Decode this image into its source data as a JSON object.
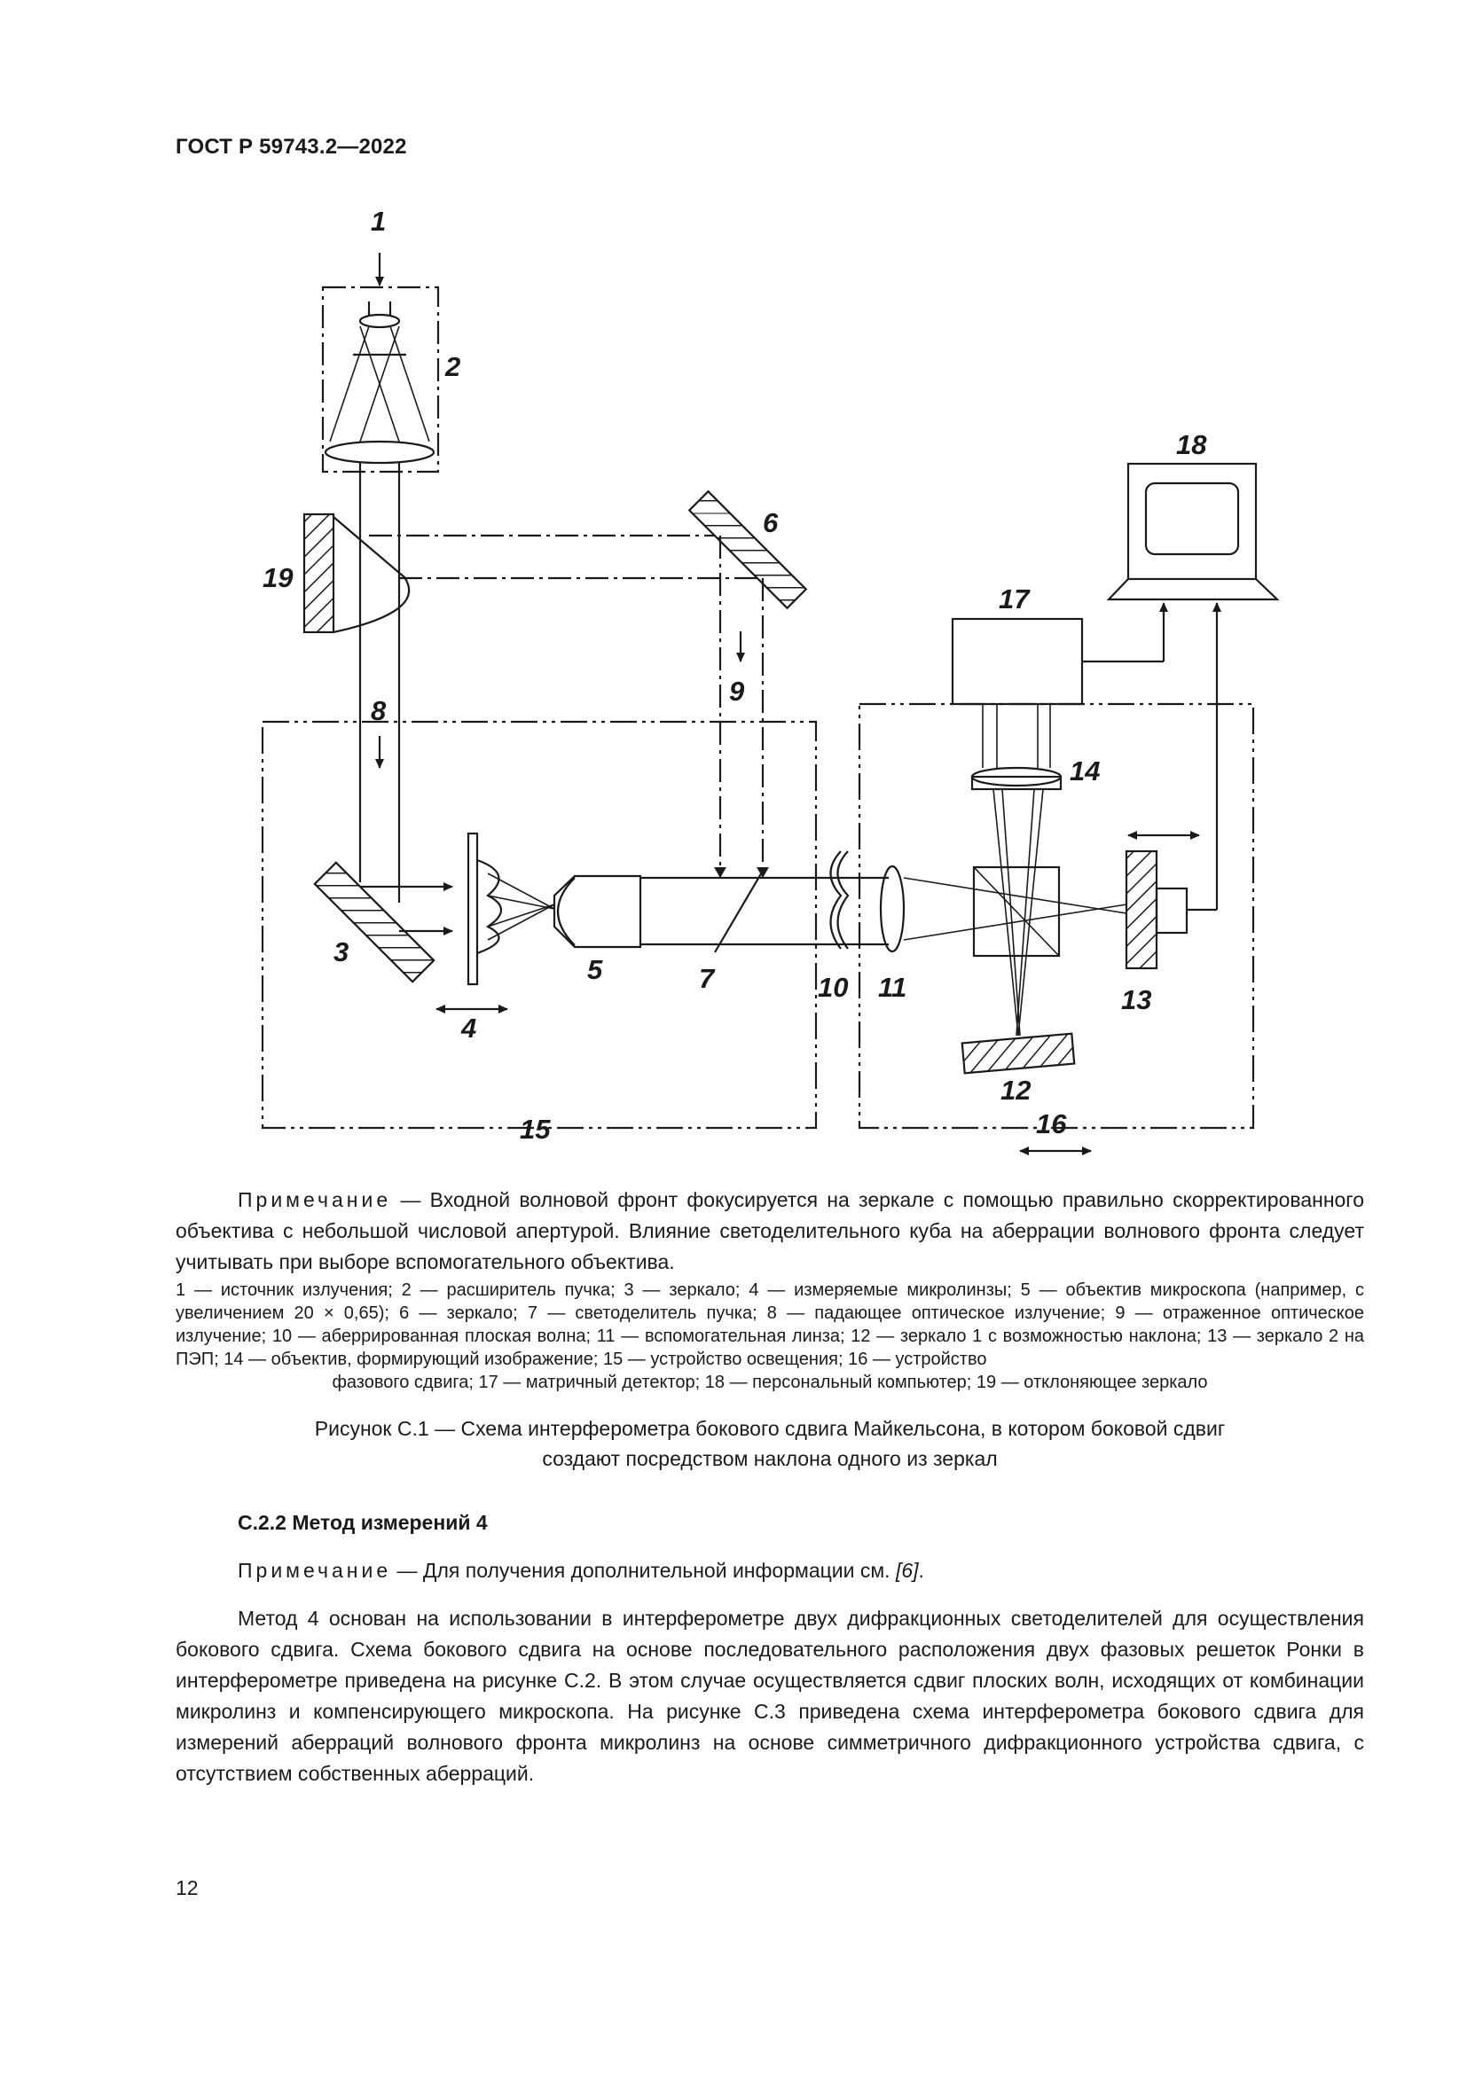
{
  "header": {
    "standard": "ГОСТ Р 59743.2—2022"
  },
  "figure": {
    "labels": [
      "1",
      "2",
      "3",
      "4",
      "5",
      "6",
      "7",
      "8",
      "9",
      "10",
      "11",
      "12",
      "13",
      "14",
      "15",
      "16",
      "17",
      "18",
      "19"
    ]
  },
  "note1": {
    "prefix": "Примечание",
    "text": " — Входной волновой фронт фокусируется на зеркале с помощью правильно скорректированного объектива с небольшой числовой апертурой. Влияние светоделительного куба на аберрации волнового фронта следует учитывать при выборе вспомогательного объектива."
  },
  "legend": {
    "line1": "1 — источник излучения; 2 — расширитель пучка; 3 — зеркало; 4 — измеряемые микролинзы; 5 — объектив микроскопа (например, с увеличением 20 × 0,65); 6 — зеркало; 7 — светоделитель пучка; 8 — падающее оптическое излучение; 9 — отраженное оптическое излучение; 10 — аберрированная плоская волна; 11 — вспомогательная линза; 12 — зеркало 1 с возможностью наклона; 13 — зеркало 2 на ПЭП; 14 — объектив, формирующий изображение; 15 — устройство освещения; 16 — устройство",
    "line2": "фазового сдвига; 17 — матричный детектор; 18 — персональный компьютер; 19 — отклоняющее зеркало"
  },
  "caption": {
    "line1": "Рисунок С.1 — Схема интерферометра бокового сдвига Майкельсона, в котором боковой сдвиг",
    "line2": "создают посредством наклона одного из зеркал"
  },
  "section": {
    "title": "С.2.2 Метод измерений 4"
  },
  "note2": {
    "prefix": "Примечание",
    "text": " — Для получения дополнительной информации см. ",
    "ref": "[6]",
    "end": "."
  },
  "paragraph": {
    "text": "Метод 4 основан на использовании в интерферометре двух дифракционных светоделителей для осуществления бокового сдвига. Схема бокового сдвига на основе последовательного расположения двух фазовых решеток Ронки в интерферометре приведена на рисунке С.2. В этом случае осуществляется сдвиг плоских волн, исходящих от комбинации микролинз и компенсирующего микроскопа. На рисунке С.3 приведена схема интерферометра бокового сдвига для измерений аберраций волнового фронта микролинз на основе симметричного дифракционного устройства сдвига, с отсутствием собственных аберраций."
  },
  "page": {
    "number": "12"
  }
}
